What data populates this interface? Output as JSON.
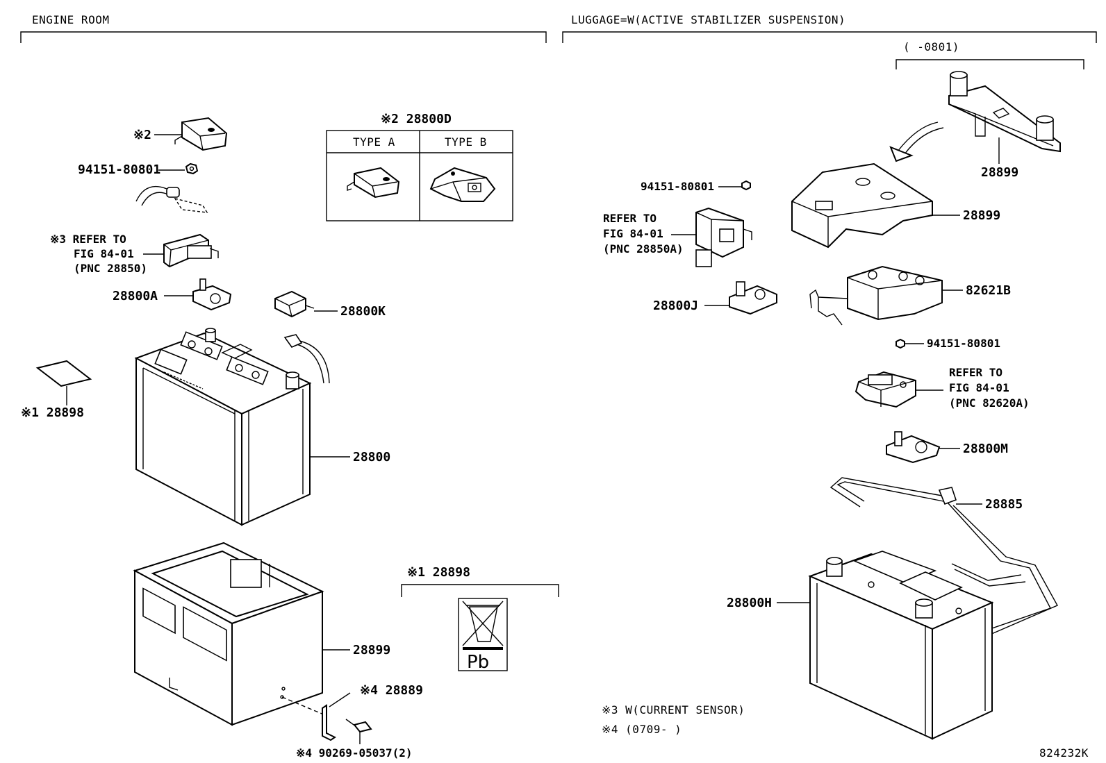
{
  "headers": {
    "left": "ENGINE ROOM",
    "right": "LUGGAGE=W(ACTIVE STABILIZER SUSPENSION)",
    "range": "(     -0801)"
  },
  "table": {
    "title": "※2 28800D",
    "col_a": "TYPE A",
    "col_b": "TYPE B"
  },
  "labels": {
    "l_note2": "※2",
    "l_94151": "94151-80801",
    "l_ref3_1": "※3 REFER TO",
    "l_ref3_2": "FIG 84-01",
    "l_ref3_3": "(PNC 28850)",
    "l_28800a": "28800A",
    "l_28800k": "28800K",
    "l_28898": "※1 28898",
    "l_28800": "28800",
    "l_28899": "28899",
    "l_28889": "※4 28889",
    "l_90269": "※4 90269-05037(2)",
    "pb_title": "※1 28898",
    "pb_text": "Pb",
    "r_28899_top": "28899",
    "r_28899_mid": "28899",
    "r_94151_a": "94151-80801",
    "r_ref_1": "REFER TO",
    "r_ref_2": "FIG 84-01",
    "r_ref_3": "(PNC 28850A)",
    "r_28800j": "28800J",
    "r_82621b": "82621B",
    "r_94151_b": "94151-80801",
    "r_ref2_1": "REFER TO",
    "r_ref2_2": "FIG 84-01",
    "r_ref2_3": "(PNC 82620A)",
    "r_28800m": "28800M",
    "r_28885": "28885",
    "r_28800h": "28800H",
    "note3": "※3 W(CURRENT SENSOR)",
    "note4": "※4 (0709-     )",
    "fig_id": "824232K"
  }
}
